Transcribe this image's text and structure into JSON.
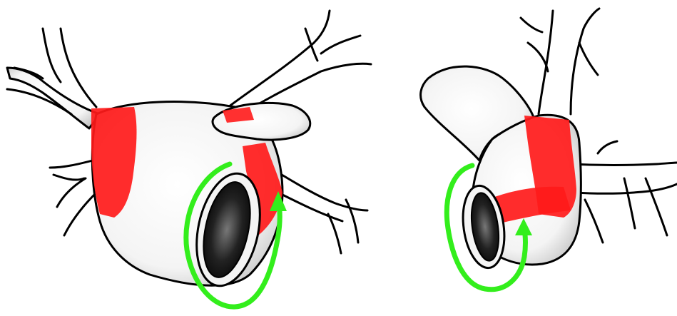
{
  "figure": {
    "panels": [
      {
        "id": "left",
        "view": "left-atrium-with-pulmonary-veins"
      },
      {
        "id": "right",
        "view": "left-atrium-with-pulmonary-veins"
      }
    ]
  },
  "colors": {
    "background": "#ffffff",
    "tissue": "#ffffff",
    "shading": "#c8c8c8",
    "outline": "#000000",
    "ablation_lesion": "#ff1a1a",
    "rotation_arrow": "#33ee1c",
    "orifice_dark": "#111111"
  },
  "icons": {
    "arrow_left_panel": "counterclockwise-rotation-arrow-icon",
    "arrow_right_panel": "counterclockwise-rotation-arrow-icon"
  }
}
